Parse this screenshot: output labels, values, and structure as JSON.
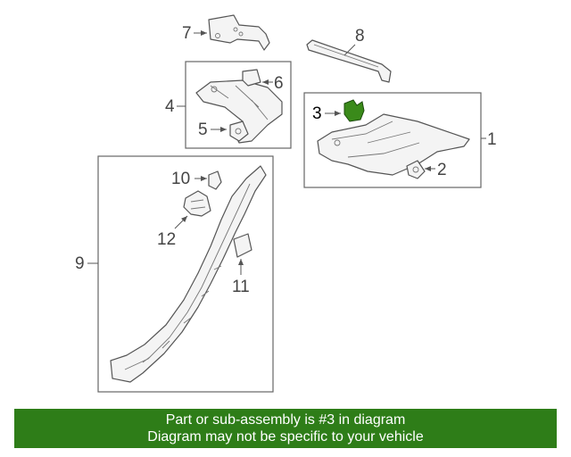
{
  "diagram": {
    "callouts": {
      "c1": "1",
      "c2": "2",
      "c3": "3",
      "c4": "4",
      "c5": "5",
      "c6": "6",
      "c7": "7",
      "c8": "8",
      "c9": "9",
      "c10": "10",
      "c11": "11",
      "c12": "12"
    },
    "highlight_part": "3",
    "highlight_color": "#3a8a1a"
  },
  "banner": {
    "line1": "Part or sub-assembly is #3 in diagram",
    "line2": "Diagram may not be specific to your vehicle",
    "color": "#2e7d18"
  }
}
